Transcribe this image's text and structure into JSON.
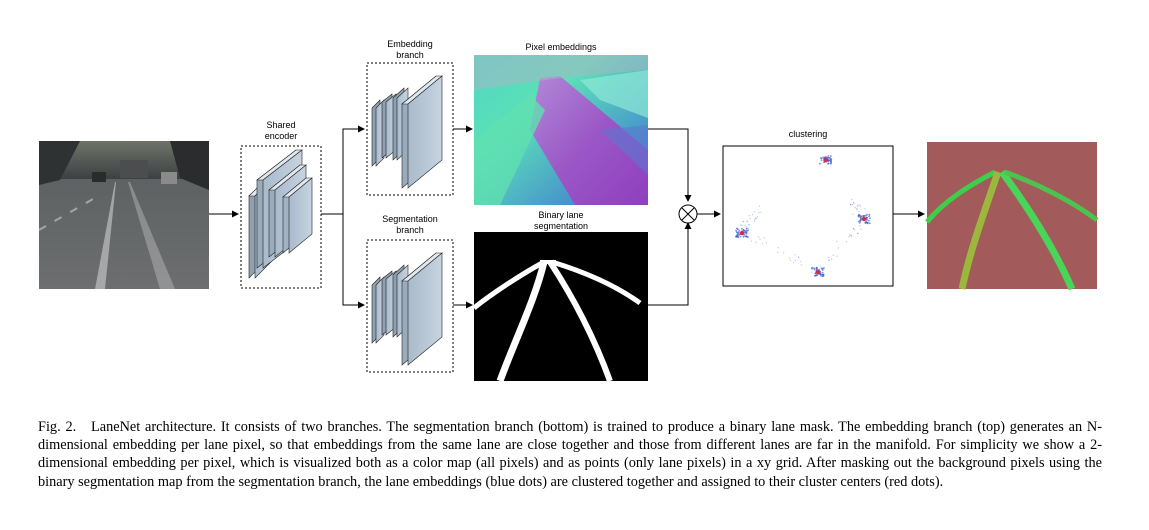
{
  "labels": {
    "shared_encoder": [
      "Shared",
      "encoder"
    ],
    "embedding_branch": [
      "Embedding",
      "branch"
    ],
    "segmentation_branch": [
      "Segmentation",
      "branch"
    ],
    "pixel_embeddings": "Pixel embeddings",
    "binary_lane_segmentation": [
      "Binary lane",
      "segmentation"
    ],
    "clustering": "clustering"
  },
  "caption": {
    "fig_number": "Fig. 2.",
    "text": "LaneNet architecture. It consists of two branches. The segmentation branch (bottom) is trained to produce a binary lane mask. The embedding branch (top) generates an N-dimensional embedding per lane pixel, so that embeddings from the same lane are close together and those from different lanes are far in the manifold. For simplicity we show a 2-dimensional embedding per pixel, which is visualized both as a color map (all pixels) and as points (only lane pixels) in a xy grid. After masking out the background pixels using the binary segmentation map from the segmentation branch, the lane embeddings (blue dots) are clustered together and assigned to their cluster centers (red dots)."
  },
  "colors": {
    "block_face": "#b9c8d6",
    "cluster_blue": "#3a5bd0",
    "cluster_red": "#e0283a",
    "output_background": "#a35a5a",
    "lane_green": "#3ecf4a",
    "lane_olive": "#9bb83c"
  }
}
